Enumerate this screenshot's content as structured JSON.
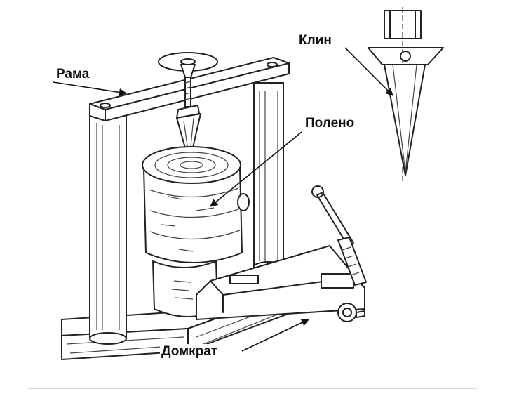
{
  "labels": {
    "frame": "Рама",
    "wedge": "Клин",
    "log": "Полено",
    "jack": "Домкрат"
  },
  "colors": {
    "ink": "#222222",
    "background": "#ffffff"
  }
}
